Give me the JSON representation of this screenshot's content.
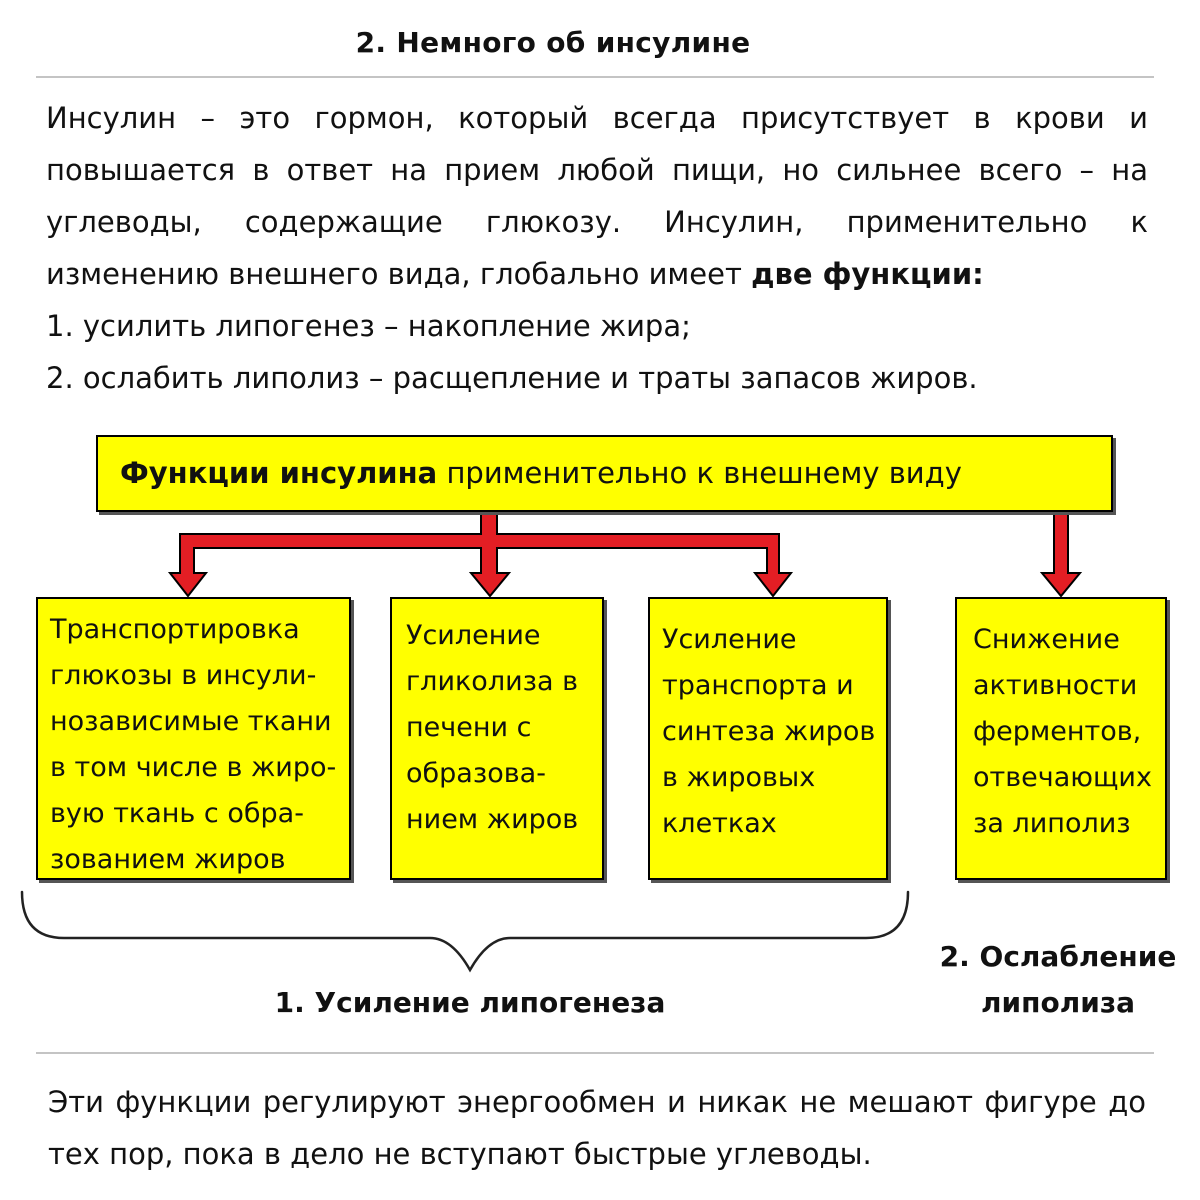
{
  "title": "2. Немного об инсулине",
  "intro": {
    "paragraph_before_bold": "Инсулин – это гормон, который всегда присутствует в крови и повышается в ответ на прием любой пищи, но сильнее всего – на углеводы, содержащие глюкозу. Инсулин, применительно к изменению внешнего вида, глобально имеет ",
    "paragraph_bold": "две функции:",
    "items": [
      "1. усилить липогенез – накопление жира;",
      "2. ослабить липолиз – расщепление и траты запасов жиров."
    ]
  },
  "diagram": {
    "header_bold": "Функции инсулина",
    "header_rest": " применительно к внешнему виду",
    "boxes": [
      "Транспортировка\nглюкозы в инсули-\nнозависимые ткани\nв том числе в жиро-\nвую ткань с обра-\nзованием жиров",
      "Усиление\nгликолиза в\nпечени с\nобразова-\nнием жиров",
      "Усиление\nтранспорта и\nсинтеза жиров\nв жировых\nклетках",
      "Снижение\nактивности\nферментов,\nотвечающих\nза липолиз"
    ],
    "group1_label": "1. Усиление липогенеза",
    "group2_label": "2. Ослабление\nлиполиза",
    "colors": {
      "box_fill": "#ffff00",
      "arrow_fill": "#e31e24",
      "outline": "#000000"
    }
  },
  "outro": "Эти функции регулируют энергообмен и никак не мешают фигуре до тех пор, пока в дело не вступают быстрые углеводы."
}
